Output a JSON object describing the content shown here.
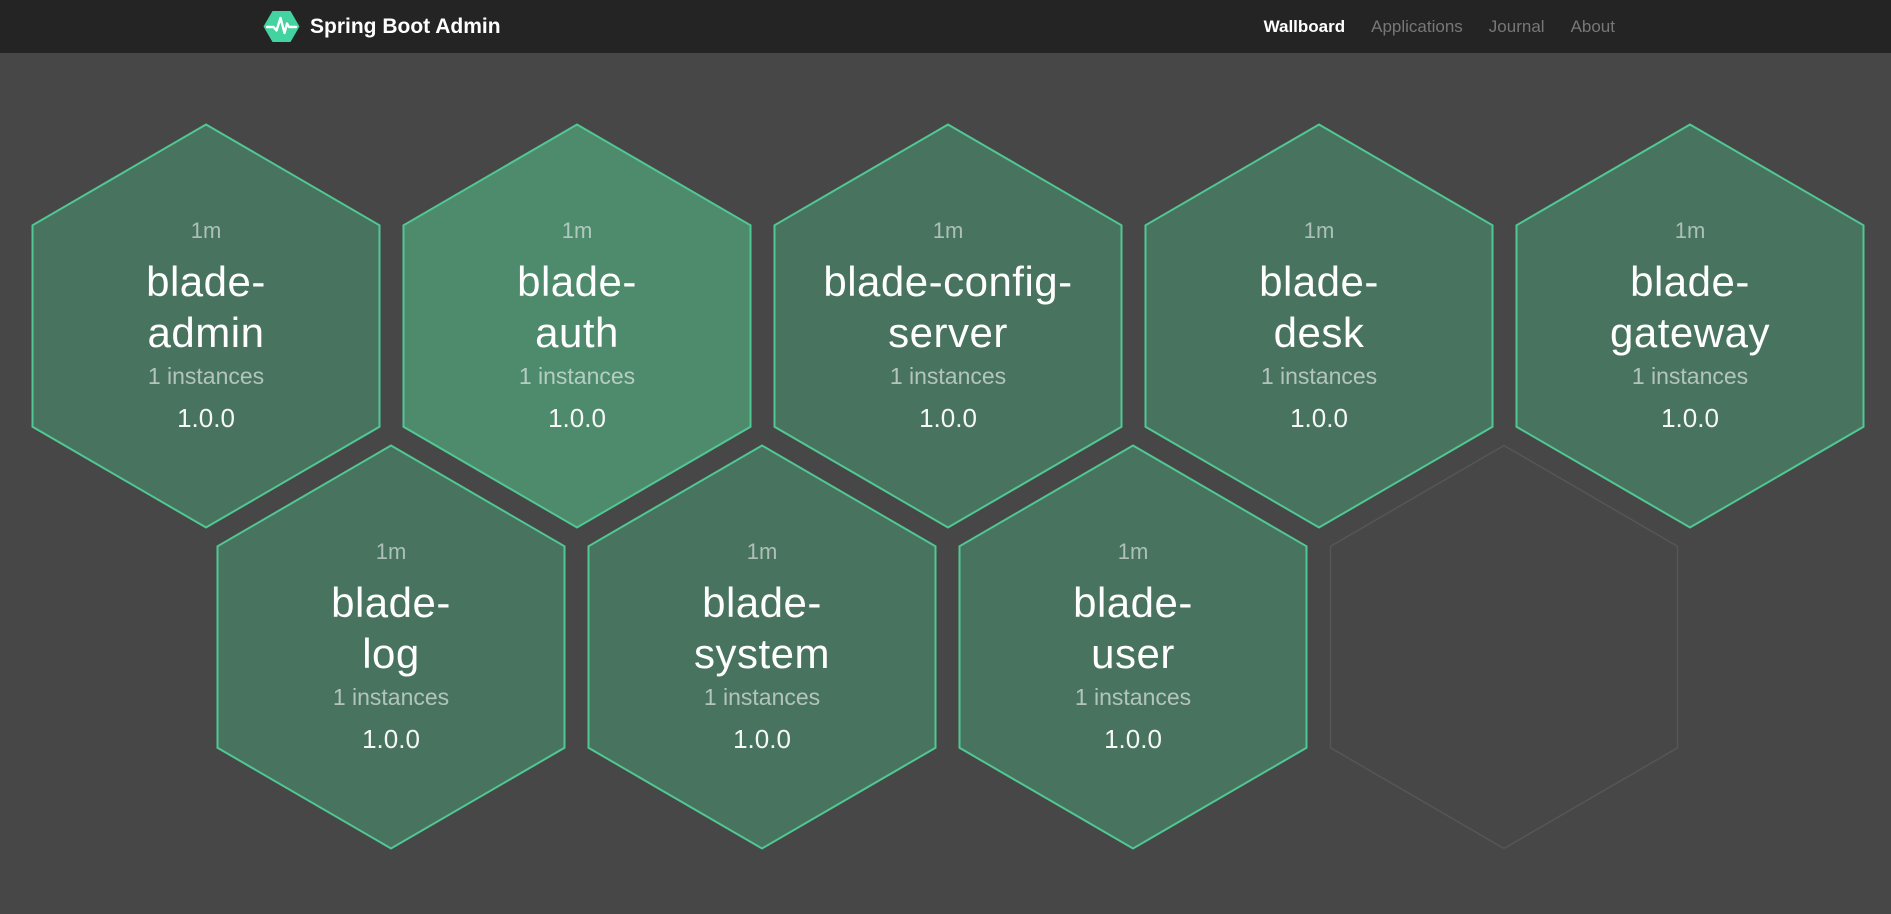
{
  "navbar": {
    "brand": "Spring Boot Admin",
    "items": [
      {
        "label": "Wallboard",
        "active": true
      },
      {
        "label": "Applications",
        "active": false
      },
      {
        "label": "Journal",
        "active": false
      },
      {
        "label": "About",
        "active": false
      }
    ]
  },
  "wallboard": {
    "slots": [
      {
        "type": "app",
        "name": "blade-admin",
        "name_lines": [
          "blade-",
          "admin"
        ],
        "uptime": "1m",
        "instances": "1 instances",
        "version": "1.0.0",
        "bright": false
      },
      {
        "type": "app",
        "name": "blade-auth",
        "name_lines": [
          "blade-",
          "auth"
        ],
        "uptime": "1m",
        "instances": "1 instances",
        "version": "1.0.0",
        "bright": true
      },
      {
        "type": "app",
        "name": "blade-config-server",
        "name_lines": [
          "blade-config-",
          "server"
        ],
        "uptime": "1m",
        "instances": "1 instances",
        "version": "1.0.0",
        "bright": false
      },
      {
        "type": "app",
        "name": "blade-desk",
        "name_lines": [
          "blade-",
          "desk"
        ],
        "uptime": "1m",
        "instances": "1 instances",
        "version": "1.0.0",
        "bright": false
      },
      {
        "type": "app",
        "name": "blade-gateway",
        "name_lines": [
          "blade-",
          "gateway"
        ],
        "uptime": "1m",
        "instances": "1 instances",
        "version": "1.0.0",
        "bright": false
      },
      {
        "type": "app",
        "name": "blade-log",
        "name_lines": [
          "blade-",
          "log"
        ],
        "uptime": "1m",
        "instances": "1 instances",
        "version": "1.0.0",
        "bright": false
      },
      {
        "type": "app",
        "name": "blade-system",
        "name_lines": [
          "blade-",
          "system"
        ],
        "uptime": "1m",
        "instances": "1 instances",
        "version": "1.0.0",
        "bright": false
      },
      {
        "type": "app",
        "name": "blade-user",
        "name_lines": [
          "blade-",
          "user"
        ],
        "uptime": "1m",
        "instances": "1 instances",
        "version": "1.0.0",
        "bright": false
      },
      {
        "type": "empty"
      }
    ]
  },
  "colors": {
    "brand_green": "#42d3a0",
    "hex_border": "#50c894",
    "hex_fill": "#48735f",
    "hex_fill_bright": "#4e8a6c",
    "empty_stroke": "#565656",
    "page_bg": "#474747",
    "navbar_bg": "#242424",
    "nav_active_text": "#ffffff",
    "nav_inactive_text": "#777777"
  }
}
